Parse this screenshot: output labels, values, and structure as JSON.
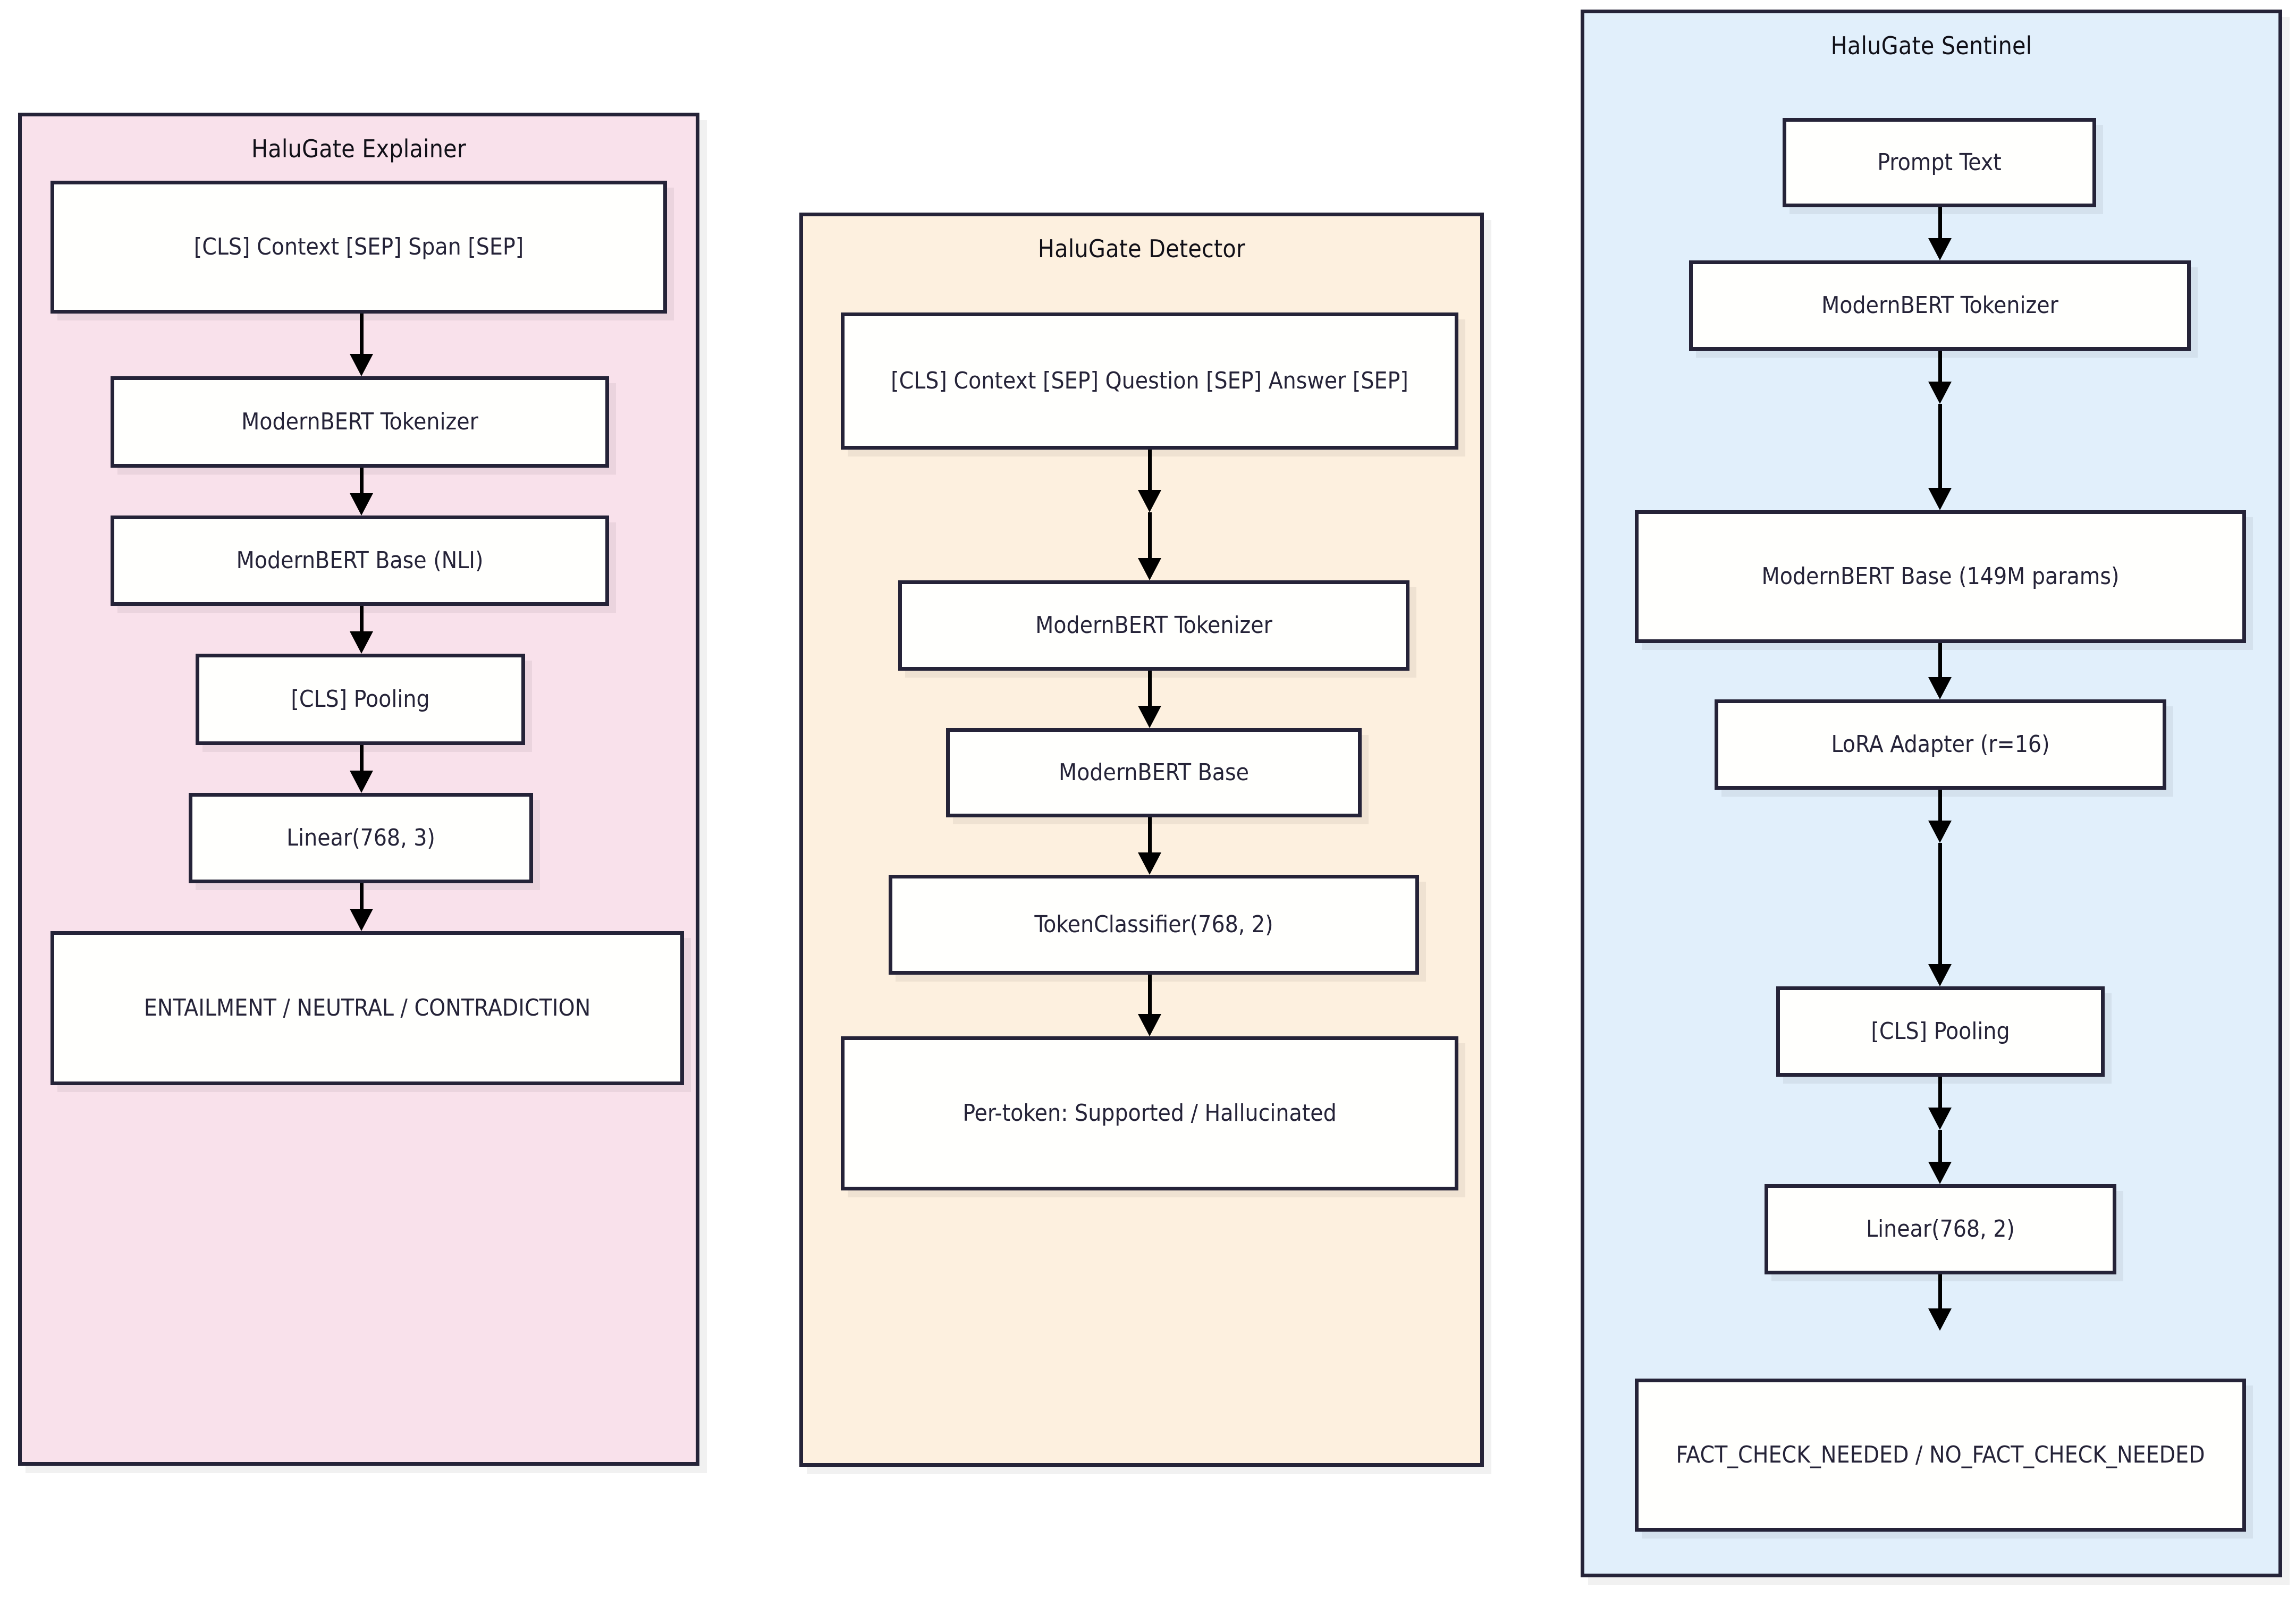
{
  "diagram": {
    "type": "flowchart",
    "orientation": "top-to-bottom",
    "panels": [
      {
        "id": "explainer",
        "title": "HaluGate Explainer",
        "color": "#f9e1eb",
        "nodes": [
          {
            "id": "ex-input",
            "label": "[CLS] Context [SEP] Span [SEP]"
          },
          {
            "id": "ex-tok",
            "label": "ModernBERT Tokenizer"
          },
          {
            "id": "ex-base",
            "label": "ModernBERT Base (NLI)"
          },
          {
            "id": "ex-pool",
            "label": "[CLS] Pooling"
          },
          {
            "id": "ex-linear",
            "label": "Linear(768, 3)"
          },
          {
            "id": "ex-out",
            "label": "ENTAILMENT / NEUTRAL / CONTRADICTION"
          }
        ],
        "edges": [
          [
            "ex-input",
            "ex-tok"
          ],
          [
            "ex-tok",
            "ex-base"
          ],
          [
            "ex-base",
            "ex-pool"
          ],
          [
            "ex-pool",
            "ex-linear"
          ],
          [
            "ex-linear",
            "ex-out"
          ]
        ]
      },
      {
        "id": "detector",
        "title": "HaluGate Detector",
        "color": "#fdf0df",
        "nodes": [
          {
            "id": "de-input",
            "label": "[CLS] Context [SEP] Question [SEP] Answer [SEP]"
          },
          {
            "id": "de-tok",
            "label": "ModernBERT Tokenizer"
          },
          {
            "id": "de-base",
            "label": "ModernBERT Base"
          },
          {
            "id": "de-tc",
            "label": "TokenClassifier(768, 2)"
          },
          {
            "id": "de-out",
            "label": "Per-token: Supported / Hallucinated"
          }
        ],
        "edges": [
          [
            "de-input",
            "de-tok"
          ],
          [
            "de-tok",
            "de-base"
          ],
          [
            "de-base",
            "de-tc"
          ],
          [
            "de-tc",
            "de-out"
          ]
        ]
      },
      {
        "id": "sentinel",
        "title": "HaluGate Sentinel",
        "color": "#e1effb",
        "nodes": [
          {
            "id": "se-prompt",
            "label": "Prompt Text"
          },
          {
            "id": "se-tok",
            "label": "ModernBERT Tokenizer"
          },
          {
            "id": "se-base",
            "label": "ModernBERT Base (149M params)"
          },
          {
            "id": "se-lora",
            "label": "LoRA Adapter (r=16)"
          },
          {
            "id": "se-pool",
            "label": "[CLS] Pooling"
          },
          {
            "id": "se-linear",
            "label": "Linear(768, 2)"
          },
          {
            "id": "se-out",
            "label": "FACT_CHECK_NEEDED / NO_FACT_CHECK_NEEDED"
          }
        ],
        "edges": [
          [
            "se-prompt",
            "se-tok"
          ],
          [
            "se-tok",
            "se-base"
          ],
          [
            "se-base",
            "se-lora"
          ],
          [
            "se-lora",
            "se-pool"
          ],
          [
            "se-pool",
            "se-linear"
          ],
          [
            "se-linear",
            "se-out"
          ]
        ]
      }
    ],
    "style": {
      "node_fill": "#fffffd",
      "node_stroke": "#252338",
      "text_color": "#252338",
      "arrow_color": "#000000",
      "page_background": "#ffffff"
    }
  }
}
